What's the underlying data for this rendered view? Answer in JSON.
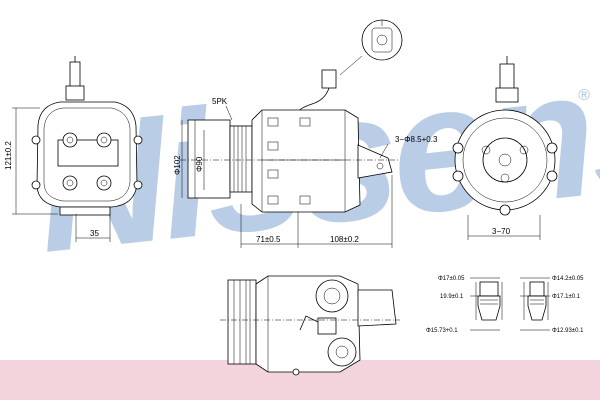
{
  "watermark": {
    "text": "Nissens",
    "registered_symbol": "®",
    "color": "#b9cde6",
    "band_color": "#f3d3dc"
  },
  "dimensions": {
    "front_height": "121±0.2",
    "front_bottom": "35",
    "pulley_label": "5PK",
    "pulley_outer_dia": "Φ102",
    "pulley_inner_dia": "Φ90",
    "mount_holes": "3−Φ8.5+0.3",
    "length_a": "71±0.5",
    "length_b": "108±0.2",
    "rear_bottom": "3−70",
    "port_left_top": "Φ17±0.05",
    "port_left_mid": "19.9±0.1",
    "port_left_bottom": "Φ15.73+0.1",
    "port_right_top": "Φ14.2±0.05",
    "port_right_mid": "Φ17.1±0.1",
    "port_right_bottom": "Φ12.93±0.1"
  }
}
